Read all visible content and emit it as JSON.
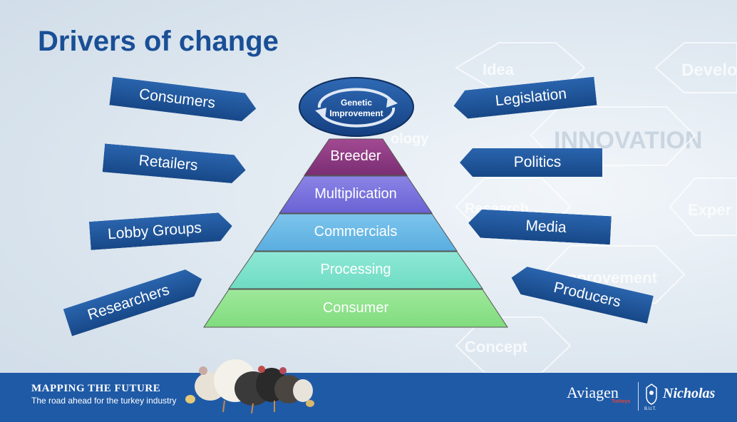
{
  "title": "Drivers of change",
  "left_drivers": [
    "Consumers",
    "Retailers",
    "Lobby Groups",
    "Researchers"
  ],
  "right_drivers": [
    "Legislation",
    "Politics",
    "Media",
    "Producers"
  ],
  "genetic": {
    "line1": "Genetic",
    "line2": "Improvement"
  },
  "pyramid_levels": [
    "Breeder",
    "Multiplication",
    "Commercials",
    "Processing",
    "Consumer"
  ],
  "background_words": [
    "Idea",
    "Develo",
    "INNOVATION",
    "ology",
    "Research",
    "Exper",
    "nprovement",
    "Concept"
  ],
  "footer": {
    "title": "MAPPING THE FUTURE",
    "subtitle": "The road ahead for the turkey industry",
    "logo1": "Aviagen",
    "logo1_sub": "Turkeys",
    "logo2": "Nicholas",
    "logo2_sub": "B.U.T."
  },
  "colors": {
    "title": "#1a4f96",
    "arrow": "#1f56a0",
    "footer": "#1f5aa6",
    "breeder": "#8a3a82",
    "multiplication": "#7a72dc",
    "commercials": "#6ab8e6",
    "processing": "#80e2cc",
    "consumer": "#90e28c"
  }
}
